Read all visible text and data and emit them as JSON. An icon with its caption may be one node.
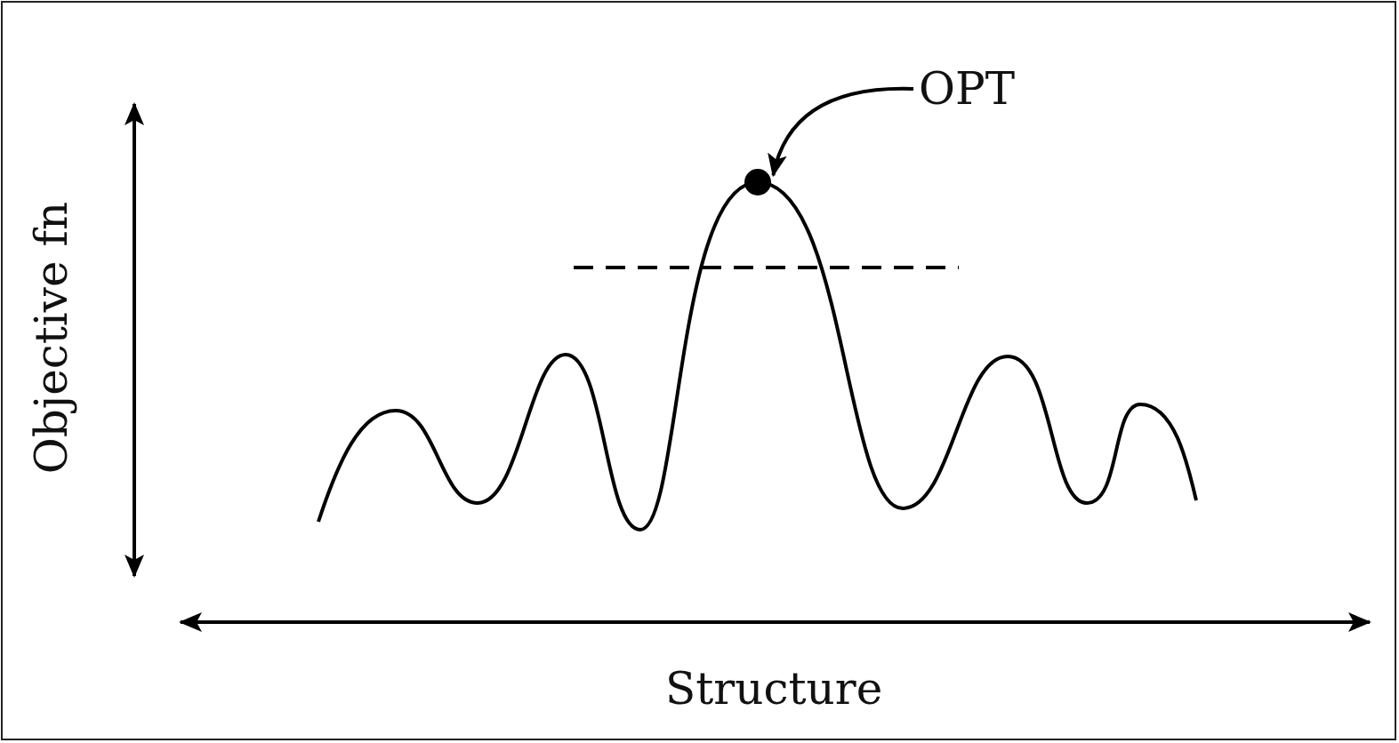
{
  "diagram": {
    "nodes": [
      {
        "text": [
          "OPT"
        ]
      },
      {
        "text": [],
        "shape": "circle"
      }
    ],
    "edges": [
      {
        "from": 0,
        "to": 1,
        "arrow": "to"
      }
    ],
    "labels": [
      "Objective fn",
      "Structure"
    ]
  }
}
